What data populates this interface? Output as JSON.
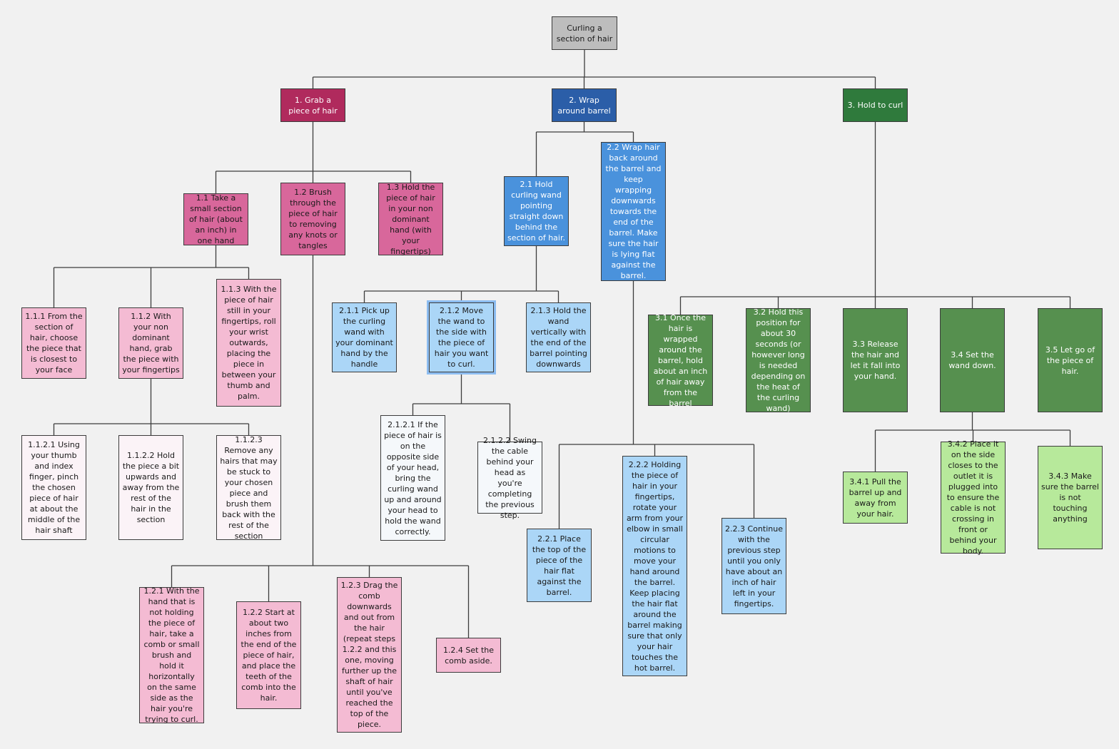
{
  "nodes": {
    "root": "Curling a section of hair",
    "n1": "1. Grab a piece of hair",
    "n2": "2. Wrap around barrel",
    "n3": "3. Hold to curl",
    "n1_1": "1.1 Take a small section of hair (about an inch) in one hand",
    "n1_2": "1.2 Brush through the piece of hair to removing any knots or tangles",
    "n1_3": "1.3 Hold the piece of hair in your non dominant hand (with your fingertips)",
    "n1_1_1": "1.1.1 From the section of hair, choose the piece that is closest to your face",
    "n1_1_2": "1.1.2 With your non dominant hand, grab the piece with your fingertips",
    "n1_1_3": "1.1.3 With the piece of hair still in your fingertips, roll your wrist outwards, placing the piece in between your thumb and palm.",
    "n1_1_2_1": "1.1.2.1 Using your thumb and index finger, pinch the chosen piece of hair at about the middle of the hair shaft",
    "n1_1_2_2": "1.1.2.2 Hold the piece a bit upwards and away from the rest of the hair in the section",
    "n1_1_2_3": "1.1.2.3 Remove any hairs that may be stuck to your chosen piece and brush them back with the rest of the section",
    "n1_2_1": "1.2.1 With the hand that is not holding the piece of hair, take a comb or small brush and hold it horizontally on the same side as the hair you're trying to curl.",
    "n1_2_2": "1.2.2 Start at about two inches from the end of the piece of hair, and place the teeth of the comb into the hair.",
    "n1_2_3": "1.2.3 Drag the comb downwards and out from the hair (repeat steps 1.2.2 and this one, moving further up the shaft of hair until you've reached the top of the piece.",
    "n1_2_4": "1.2.4 Set the comb aside.",
    "n2_1": "2.1 Hold curling wand pointing straight down behind the section of hair.",
    "n2_2": "2.2 Wrap hair back around the barrel and keep wrapping downwards towards the end of the barrel. Make sure the hair is lying flat against the barrel.",
    "n2_1_1": "2.1.1 Pick up the curling wand with your dominant hand by the handle",
    "n2_1_2": "2.1.2 Move the wand to the side with the piece of hair you want to curl.",
    "n2_1_3": "2.1.3 Hold the wand vertically with the end of the barrel pointing downwards",
    "n2_1_2_1": "2.1.2.1 If the piece of hair is on the opposite side of your head, bring the curling wand up and around your head to hold the wand correctly.",
    "n2_1_2_2": "2.1.2.2 Swing the cable behind your head as you're completing the previous step.",
    "n2_2_1": "2.2.1 Place the top of the piece of the hair flat against the barrel.",
    "n2_2_2": "2.2.2 Holding the piece of hair in your fingertips, rotate your arm from your elbow in small circular motions to move your hand around the barrel. Keep placing the hair flat around the barrel making sure that only your hair touches the hot barrel.",
    "n2_2_3": "2.2.3 Continue with the previous step until you only have about an inch of hair left in your fingertips.",
    "n3_1": "3.1 Once the hair is wrapped around the barrel, hold about an inch of hair away from the barrel",
    "n3_2": "3.2 Hold this position for about 30 seconds (or however long is needed depending on the heat of the curling wand)",
    "n3_3": "3.3 Release the hair and let it fall into your hand.",
    "n3_4": "3.4 Set the wand down.",
    "n3_5": "3.5 Let go of the piece of hair.",
    "n3_4_1": "3.4.1 Pull the barrel up and away from your hair.",
    "n3_4_2": "3.4.2 Place it on the side closes to the outlet it is plugged into to ensure the cable is not crossing in front or behind your body.",
    "n3_4_3": "3.4.3 Make sure the barrel is not touching anything"
  },
  "edges": [
    [
      "root",
      "n1"
    ],
    [
      "root",
      "n2"
    ],
    [
      "root",
      "n3"
    ],
    [
      "n1",
      "n1_1"
    ],
    [
      "n1",
      "n1_2"
    ],
    [
      "n1",
      "n1_3"
    ],
    [
      "n1_1",
      "n1_1_1"
    ],
    [
      "n1_1",
      "n1_1_2"
    ],
    [
      "n1_1",
      "n1_1_3"
    ],
    [
      "n1_1_2",
      "n1_1_2_1"
    ],
    [
      "n1_1_2",
      "n1_1_2_2"
    ],
    [
      "n1_1_2",
      "n1_1_2_3"
    ],
    [
      "n1_2",
      "n1_2_1"
    ],
    [
      "n1_2",
      "n1_2_2"
    ],
    [
      "n1_2",
      "n1_2_3"
    ],
    [
      "n1_2",
      "n1_2_4"
    ],
    [
      "n2",
      "n2_1"
    ],
    [
      "n2",
      "n2_2"
    ],
    [
      "n2_1",
      "n2_1_1"
    ],
    [
      "n2_1",
      "n2_1_2"
    ],
    [
      "n2_1",
      "n2_1_3"
    ],
    [
      "n2_1_2",
      "n2_1_2_1"
    ],
    [
      "n2_1_2",
      "n2_1_2_2"
    ],
    [
      "n2_2",
      "n2_2_1"
    ],
    [
      "n2_2",
      "n2_2_2"
    ],
    [
      "n2_2",
      "n2_2_3"
    ],
    [
      "n3",
      "n3_1"
    ],
    [
      "n3",
      "n3_2"
    ],
    [
      "n3",
      "n3_3"
    ],
    [
      "n3",
      "n3_4"
    ],
    [
      "n3",
      "n3_5"
    ],
    [
      "n3_4",
      "n3_4_1"
    ],
    [
      "n3_4",
      "n3_4_2"
    ],
    [
      "n3_4",
      "n3_4_3"
    ]
  ],
  "colors": {
    "root": "#bdbdbd",
    "branch_1": "#b02a5d",
    "branch_2": "#2b5ea8",
    "branch_3": "#2f7a3c",
    "connector": "#3c3c3c",
    "selection": "#8cbcf0"
  }
}
